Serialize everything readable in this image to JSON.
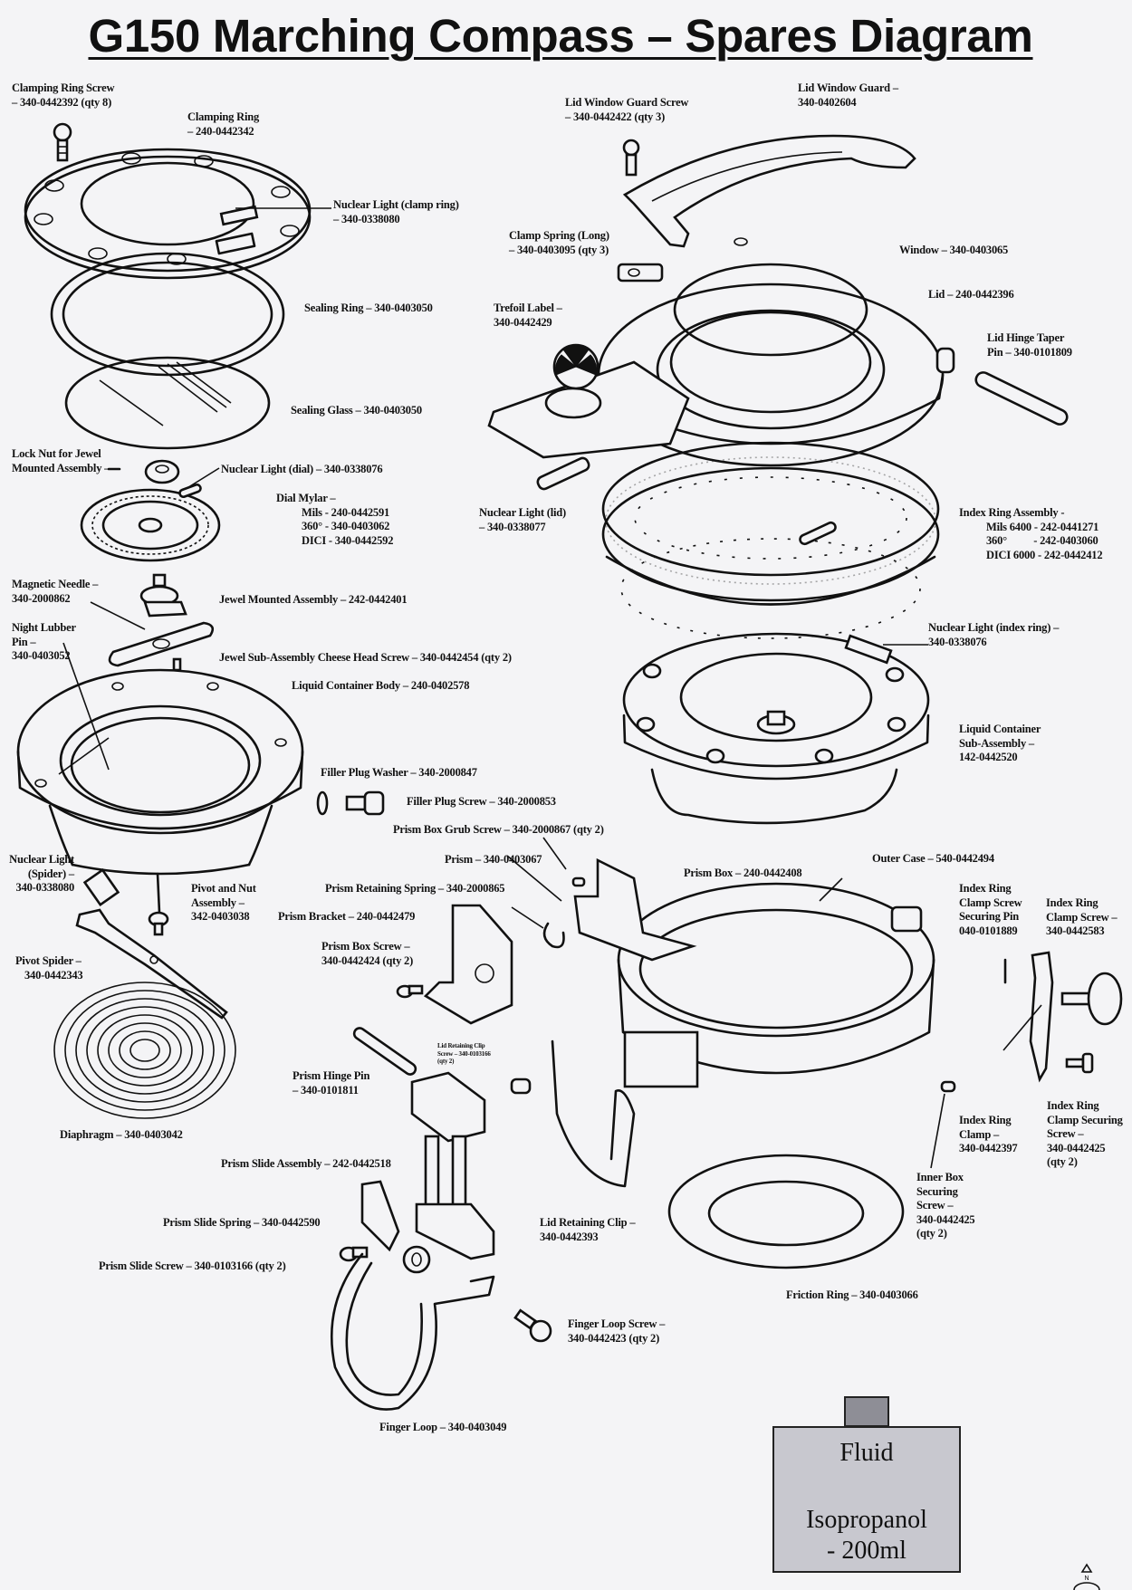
{
  "title": "G150 Marching Compass – Spares Diagram",
  "labels": {
    "clamping_ring_screw": [
      "Clamping Ring Screw",
      "– 340-0442392 (qty 8)"
    ],
    "clamping_ring": [
      "Clamping Ring",
      "– 240-0442342"
    ],
    "nuclear_light_clamp_ring": [
      "Nuclear Light (clamp ring)",
      "– 340-0338080"
    ],
    "sealing_ring": "Sealing Ring – 340-0403050",
    "sealing_glass": "Sealing Glass – 340-0403050",
    "lock_nut": [
      "Lock Nut for Jewel",
      "Mounted Assembly —"
    ],
    "nuclear_light_dial": "Nuclear Light (dial) – 340-0338076",
    "dial_mylar": [
      "Dial Mylar –",
      "Mils  - 240-0442591",
      "360°  - 340-0403062",
      "DICI - 340-0442592"
    ],
    "nuclear_light_lid": [
      "Nuclear Light (lid)",
      "– 340-0338077"
    ],
    "magnetic_needle": [
      "Magnetic Needle –",
      "340-2000862"
    ],
    "jewel_mounted_assembly": "Jewel Mounted Assembly – 242-0442401",
    "night_lubber_pin": [
      "Night Lubber",
      "Pin –",
      "340-0403052"
    ],
    "jewel_sub_assembly_screw": "Jewel Sub-Assembly Cheese Head Screw – 340-0442454 (qty 2)",
    "liquid_container_body": "Liquid Container Body – 240-0402578",
    "filler_plug_washer": "Filler Plug Washer – 340-2000847",
    "filler_plug_screw": "Filler Plug Screw – 340-2000853",
    "prism_box_grub_screw": "Prism Box Grub Screw – 340-2000867 (qty 2)",
    "lid_window_guard_screw": [
      "Lid Window Guard Screw",
      "– 340-0442422 (qty 3)"
    ],
    "lid_window_guard": [
      "Lid Window Guard –",
      "340-0402604"
    ],
    "clamp_spring": [
      "Clamp Spring (Long)",
      "– 340-0403095 (qty 3)"
    ],
    "window": "Window – 340-0403065",
    "lid": "Lid – 240-0442396",
    "trefoil_label": [
      "Trefoil Label –",
      "340-0442429"
    ],
    "lid_hinge_taper_pin": [
      "Lid Hinge Taper",
      "Pin – 340-0101809"
    ],
    "index_ring_assembly": [
      "Index Ring Assembly -",
      "Mils 6400  - 242-0441271",
      "360°          - 242-0403060",
      "DICI 6000 - 242-0442412"
    ],
    "nuclear_light_index_ring": [
      "Nuclear Light (index ring) –",
      "340-0338076"
    ],
    "liquid_container_sub_assembly": [
      "Liquid Container",
      "Sub-Assembly –",
      "142-0442520"
    ],
    "outer_case": "Outer Case – 540-0442494",
    "prism_box": "Prism Box – 240-0442408",
    "nuclear_light_spider": [
      "Nuclear Light",
      "(Spider) –",
      "340-0338080"
    ],
    "pivot_and_nut": [
      "Pivot and Nut",
      "Assembly –",
      "342-0403038"
    ],
    "prism": "Prism – 340-0403067",
    "prism_retaining_spring": "Prism Retaining Spring – 340-2000865",
    "prism_bracket": "Prism Bracket – 240-0442479",
    "prism_box_screw": [
      "Prism Box Screw –",
      "340-0442424 (qty 2)"
    ],
    "pivot_spider": [
      "Pivot Spider –",
      "340-0442343"
    ],
    "lid_retaining_clip_screw": [
      "Lid Retaining Clip",
      "Screw – 340-0103166",
      "(qty 2)"
    ],
    "prism_hinge_pin": [
      "Prism Hinge Pin",
      "– 340-0101811"
    ],
    "diaphragm": "Diaphragm – 340-0403042",
    "prism_slide_assembly": "Prism Slide Assembly – 242-0442518",
    "prism_slide_spring": "Prism Slide Spring – 340-0442590",
    "lid_retaining_clip": [
      "Lid Retaining Clip –",
      "340-0442393"
    ],
    "prism_slide_screw": "Prism Slide Screw – 340-0103166 (qty 2)",
    "finger_loop_screw": [
      "Finger Loop Screw –",
      "340-0442423 (qty 2)"
    ],
    "finger_loop": "Finger Loop – 340-0403049",
    "index_ring_clamp_screw_securing_pin": [
      "Index Ring",
      "Clamp Screw",
      "Securing Pin",
      "040-0101889"
    ],
    "index_ring_clamp_screw": [
      "Index Ring",
      "Clamp Screw –",
      "340-0442583"
    ],
    "index_ring_clamp": [
      "Index Ring",
      "Clamp –",
      "340-0442397"
    ],
    "index_ring_clamp_securing_screw": [
      "Index Ring",
      "Clamp Securing",
      "Screw –",
      "340-0442425",
      "(qty 2)"
    ],
    "inner_box_securing_screw": [
      "Inner Box",
      "Securing",
      "Screw –",
      "340-0442425",
      "(qty 2)"
    ],
    "friction_ring": "Friction Ring – 340-0403066"
  },
  "fluid": {
    "line1": "Fluid",
    "line2": "Isopropanol",
    "line3": "- 200ml"
  },
  "logo_text": "N"
}
